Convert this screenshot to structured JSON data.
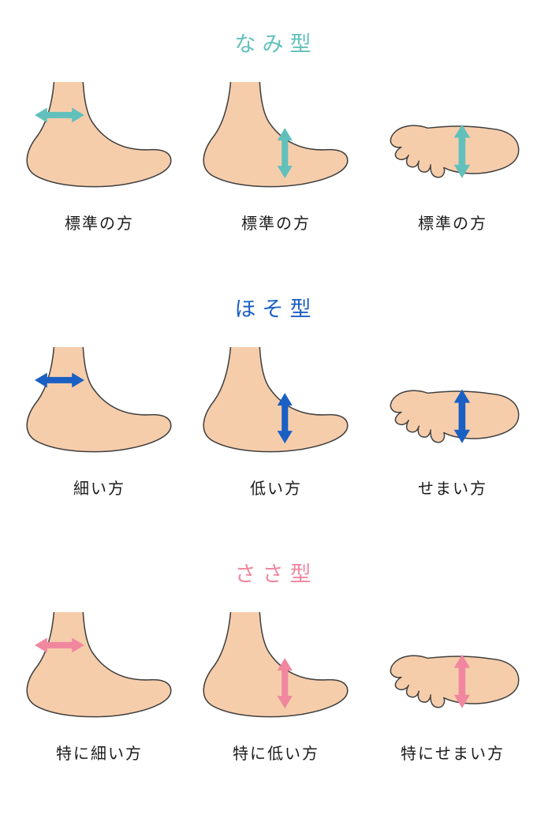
{
  "page": {
    "background_color": "#ffffff",
    "text_color": "#1a1a1a",
    "foot_fill_color": "#f6cdab",
    "foot_outline_color": "#3f3f3f"
  },
  "sections": [
    {
      "id": "nami",
      "title": "なみ型",
      "accent_color": "#62c0bc",
      "figures": [
        {
          "label": "標準の方",
          "measure": "ankle-width",
          "view": "side",
          "arrow": "horizontal"
        },
        {
          "label": "標準の方",
          "measure": "instep-height",
          "view": "side",
          "arrow": "vertical"
        },
        {
          "label": "標準の方",
          "measure": "foot-width",
          "view": "top",
          "arrow": "vertical"
        }
      ]
    },
    {
      "id": "hoso",
      "title": "ほそ型",
      "accent_color": "#1a5fc4",
      "figures": [
        {
          "label": "細い方",
          "measure": "ankle-width",
          "view": "side",
          "arrow": "horizontal"
        },
        {
          "label": "低い方",
          "measure": "instep-height",
          "view": "side",
          "arrow": "vertical"
        },
        {
          "label": "せまい方",
          "measure": "foot-width",
          "view": "top",
          "arrow": "vertical"
        }
      ]
    },
    {
      "id": "sasa",
      "title": "ささ型",
      "accent_color": "#f0879f",
      "figures": [
        {
          "label": "特に細い方",
          "measure": "ankle-width",
          "view": "side",
          "arrow": "horizontal"
        },
        {
          "label": "特に低い方",
          "measure": "instep-height",
          "view": "side",
          "arrow": "vertical"
        },
        {
          "label": "特にせまい方",
          "measure": "foot-width",
          "view": "top",
          "arrow": "vertical"
        }
      ]
    }
  ]
}
